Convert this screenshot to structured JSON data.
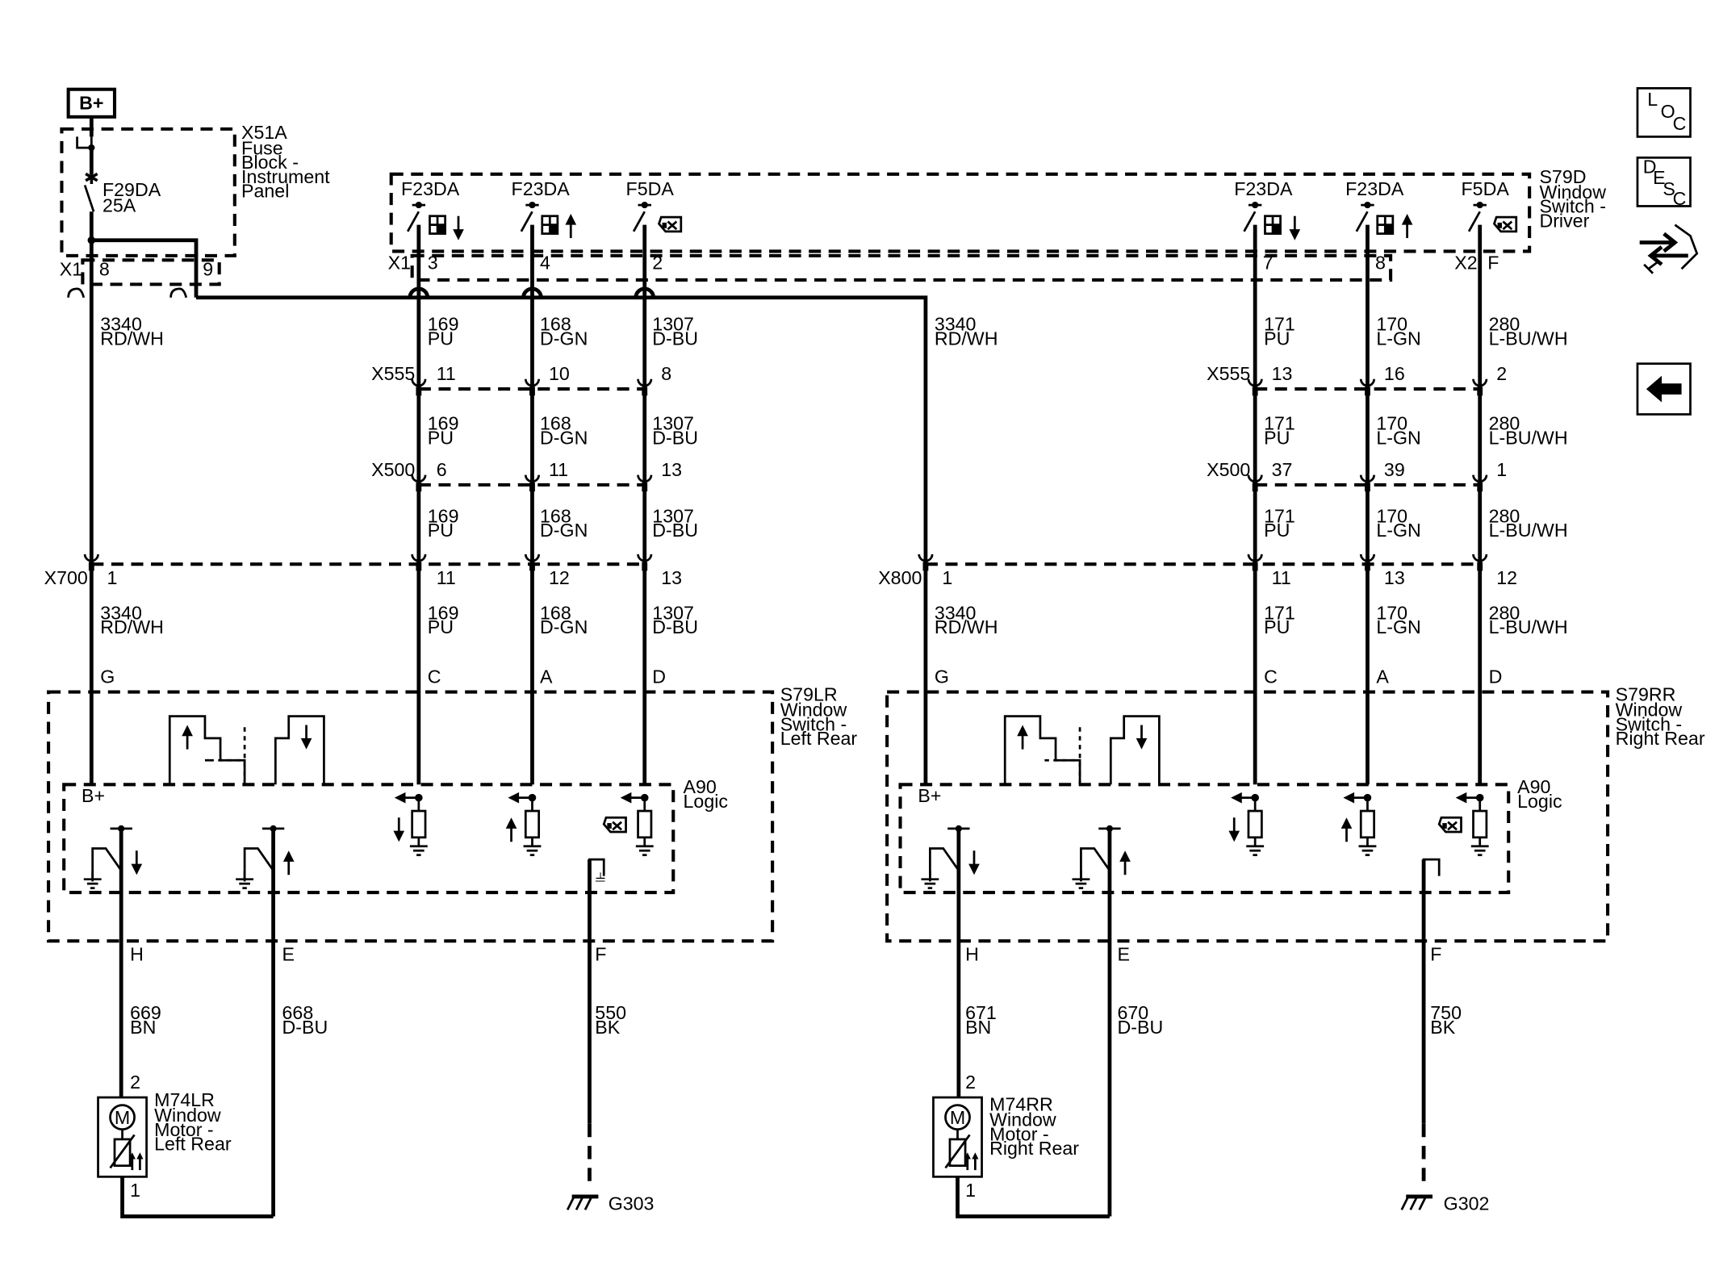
{
  "diagram": {
    "battery": "B+",
    "fuse_block": {
      "connector_label": "X51A",
      "name_lines": [
        "Fuse",
        "Block -",
        "Instrument",
        "Panel"
      ],
      "fuse_id": "F29DA",
      "fuse_rating": "25A",
      "conn": "X1",
      "pin_left": "8",
      "pin_right": "9"
    },
    "driver_switch": {
      "label": "S79D",
      "name_lines": [
        "Window",
        "Switch -",
        "Driver"
      ],
      "conn_x1": "X1",
      "conn_x2": "X2",
      "contacts": [
        {
          "fuse": "F23DA",
          "pin": "3"
        },
        {
          "fuse": "F23DA",
          "pin": "4"
        },
        {
          "fuse": "F5DA",
          "pin": "2"
        },
        {
          "fuse": "F23DA",
          "pin": "7"
        },
        {
          "fuse": "F23DA",
          "pin": "8"
        },
        {
          "fuse": "F5DA",
          "pin": "F"
        }
      ]
    },
    "connectors": {
      "x555": "X555",
      "x500": "X500",
      "x700": "X700",
      "x800": "X800"
    },
    "feed_wire": {
      "circuit": "3340",
      "color": "RD/WH"
    },
    "left_wires": [
      {
        "circuit": "169",
        "color": "PU",
        "x555_pin": "11",
        "x500_pin": "6",
        "x700_pin": "11",
        "term": "C"
      },
      {
        "circuit": "168",
        "color": "D-GN",
        "x555_pin": "10",
        "x500_pin": "11",
        "x700_pin": "12",
        "term": "A"
      },
      {
        "circuit": "1307",
        "color": "D-BU",
        "x555_pin": "8",
        "x500_pin": "13",
        "x700_pin": "13",
        "term": "D"
      }
    ],
    "right_wires": [
      {
        "circuit": "171",
        "color": "PU",
        "x555_pin": "13",
        "x500_pin": "37",
        "x800_pin": "11",
        "term": "C"
      },
      {
        "circuit": "170",
        "color": "L-GN",
        "x555_pin": "16",
        "x500_pin": "39",
        "x800_pin": "13",
        "term": "A"
      },
      {
        "circuit": "280",
        "color": "L-BU/WH",
        "x555_pin": "2",
        "x500_pin": "1",
        "x800_pin": "12",
        "term": "D"
      }
    ],
    "x700_pin_feed": "1",
    "x800_pin_feed": "1",
    "left_switch": {
      "label": "S79LR",
      "name_lines": [
        "Window",
        "Switch -",
        "Left Rear"
      ],
      "term_g": "G",
      "term_h": "H",
      "term_e": "E",
      "term_f": "F",
      "logic_label": "A90",
      "logic_name": "Logic",
      "bplus": "B+"
    },
    "right_switch": {
      "label": "S79RR",
      "name_lines": [
        "Window",
        "Switch -",
        "Right Rear"
      ],
      "term_g": "G",
      "term_h": "H",
      "term_e": "E",
      "term_f": "F",
      "logic_label": "A90",
      "logic_name": "Logic",
      "bplus": "B+"
    },
    "left_lower": {
      "h_circuit": "669",
      "h_color": "BN",
      "e_circuit": "668",
      "e_color": "D-BU",
      "f_circuit": "550",
      "f_color": "BK",
      "ground": "G303"
    },
    "right_lower": {
      "h_circuit": "671",
      "h_color": "BN",
      "e_circuit": "670",
      "e_color": "D-BU",
      "f_circuit": "750",
      "f_color": "BK",
      "ground": "G302"
    },
    "left_motor": {
      "label": "M74LR",
      "name_lines": [
        "Window",
        "Motor -",
        "Left Rear"
      ],
      "pin_top": "2",
      "pin_bottom": "1",
      "symbol": "M"
    },
    "right_motor": {
      "label": "M74RR",
      "name_lines": [
        "Window",
        "Motor -",
        "Right Rear"
      ],
      "pin_top": "2",
      "pin_bottom": "1",
      "symbol": "M"
    }
  },
  "side_buttons": {
    "loc": {
      "l1": "L",
      "l2": "O",
      "l3": "C",
      "icon": "loc-button"
    },
    "desc": {
      "l1": "D",
      "l2": "E",
      "l3": "S",
      "l4": "C",
      "icon": "desc-button"
    },
    "connector_icon": "connector-end-view-icon",
    "back_icon": "back-arrow-icon"
  }
}
